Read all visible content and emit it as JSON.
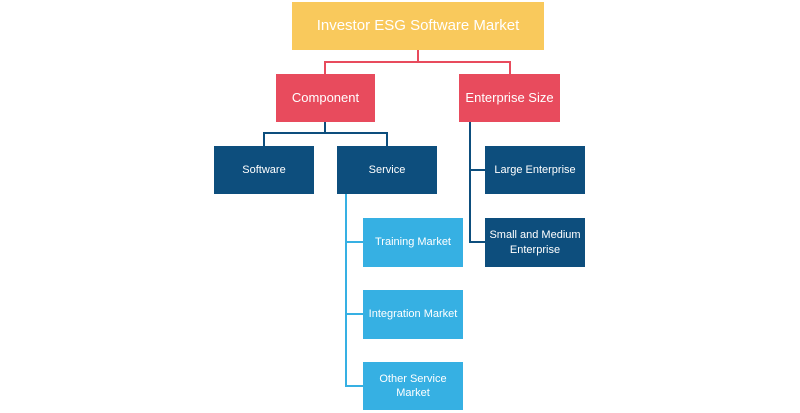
{
  "diagram": {
    "root": {
      "label": "Investor ESG Software Market"
    },
    "component": {
      "label": "Component",
      "software": {
        "label": "Software"
      },
      "service": {
        "label": "Service",
        "children": [
          {
            "label": "Training Market"
          },
          {
            "label": "Integration Market"
          },
          {
            "label": "Other Service Market"
          }
        ]
      }
    },
    "enterprise_size": {
      "label": "Enterprise Size",
      "children": [
        {
          "label": "Large Enterprise"
        },
        {
          "label": "Small and Medium Enterprise"
        }
      ]
    }
  },
  "colors": {
    "root": "#f9c95c",
    "level1": "#e84b5d",
    "level2": "#0d4e7d",
    "level3": "#36b0e3",
    "connector_level1": "#e84b5d",
    "connector_level2": "#0d4e7d",
    "connector_level3": "#36b0e3"
  }
}
